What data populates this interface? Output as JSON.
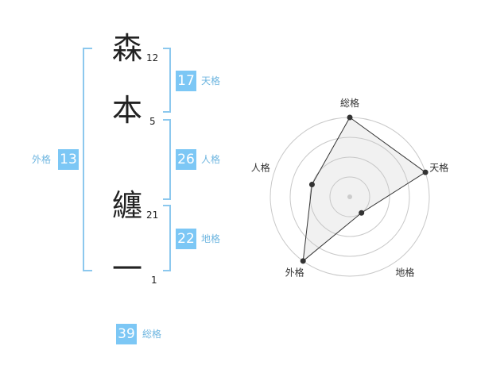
{
  "name": {
    "chars": [
      {
        "char": "森",
        "strokes": "12"
      },
      {
        "char": "本",
        "strokes": "5"
      },
      {
        "char": "纏",
        "strokes": "21"
      },
      {
        "char": "一",
        "strokes": "1"
      }
    ]
  },
  "kaku": {
    "ten": {
      "value": "17",
      "label": "天格"
    },
    "jin": {
      "value": "26",
      "label": "人格"
    },
    "chi": {
      "value": "22",
      "label": "地格"
    },
    "gai": {
      "value": "13",
      "label": "外格"
    },
    "sou": {
      "value": "39",
      "label": "総格"
    }
  },
  "chart_data": {
    "type": "radar",
    "axes": [
      "総格",
      "天格",
      "地格",
      "外格",
      "人格"
    ],
    "values": [
      4,
      4,
      1,
      4,
      2
    ],
    "max": 4,
    "rings": 4
  }
}
